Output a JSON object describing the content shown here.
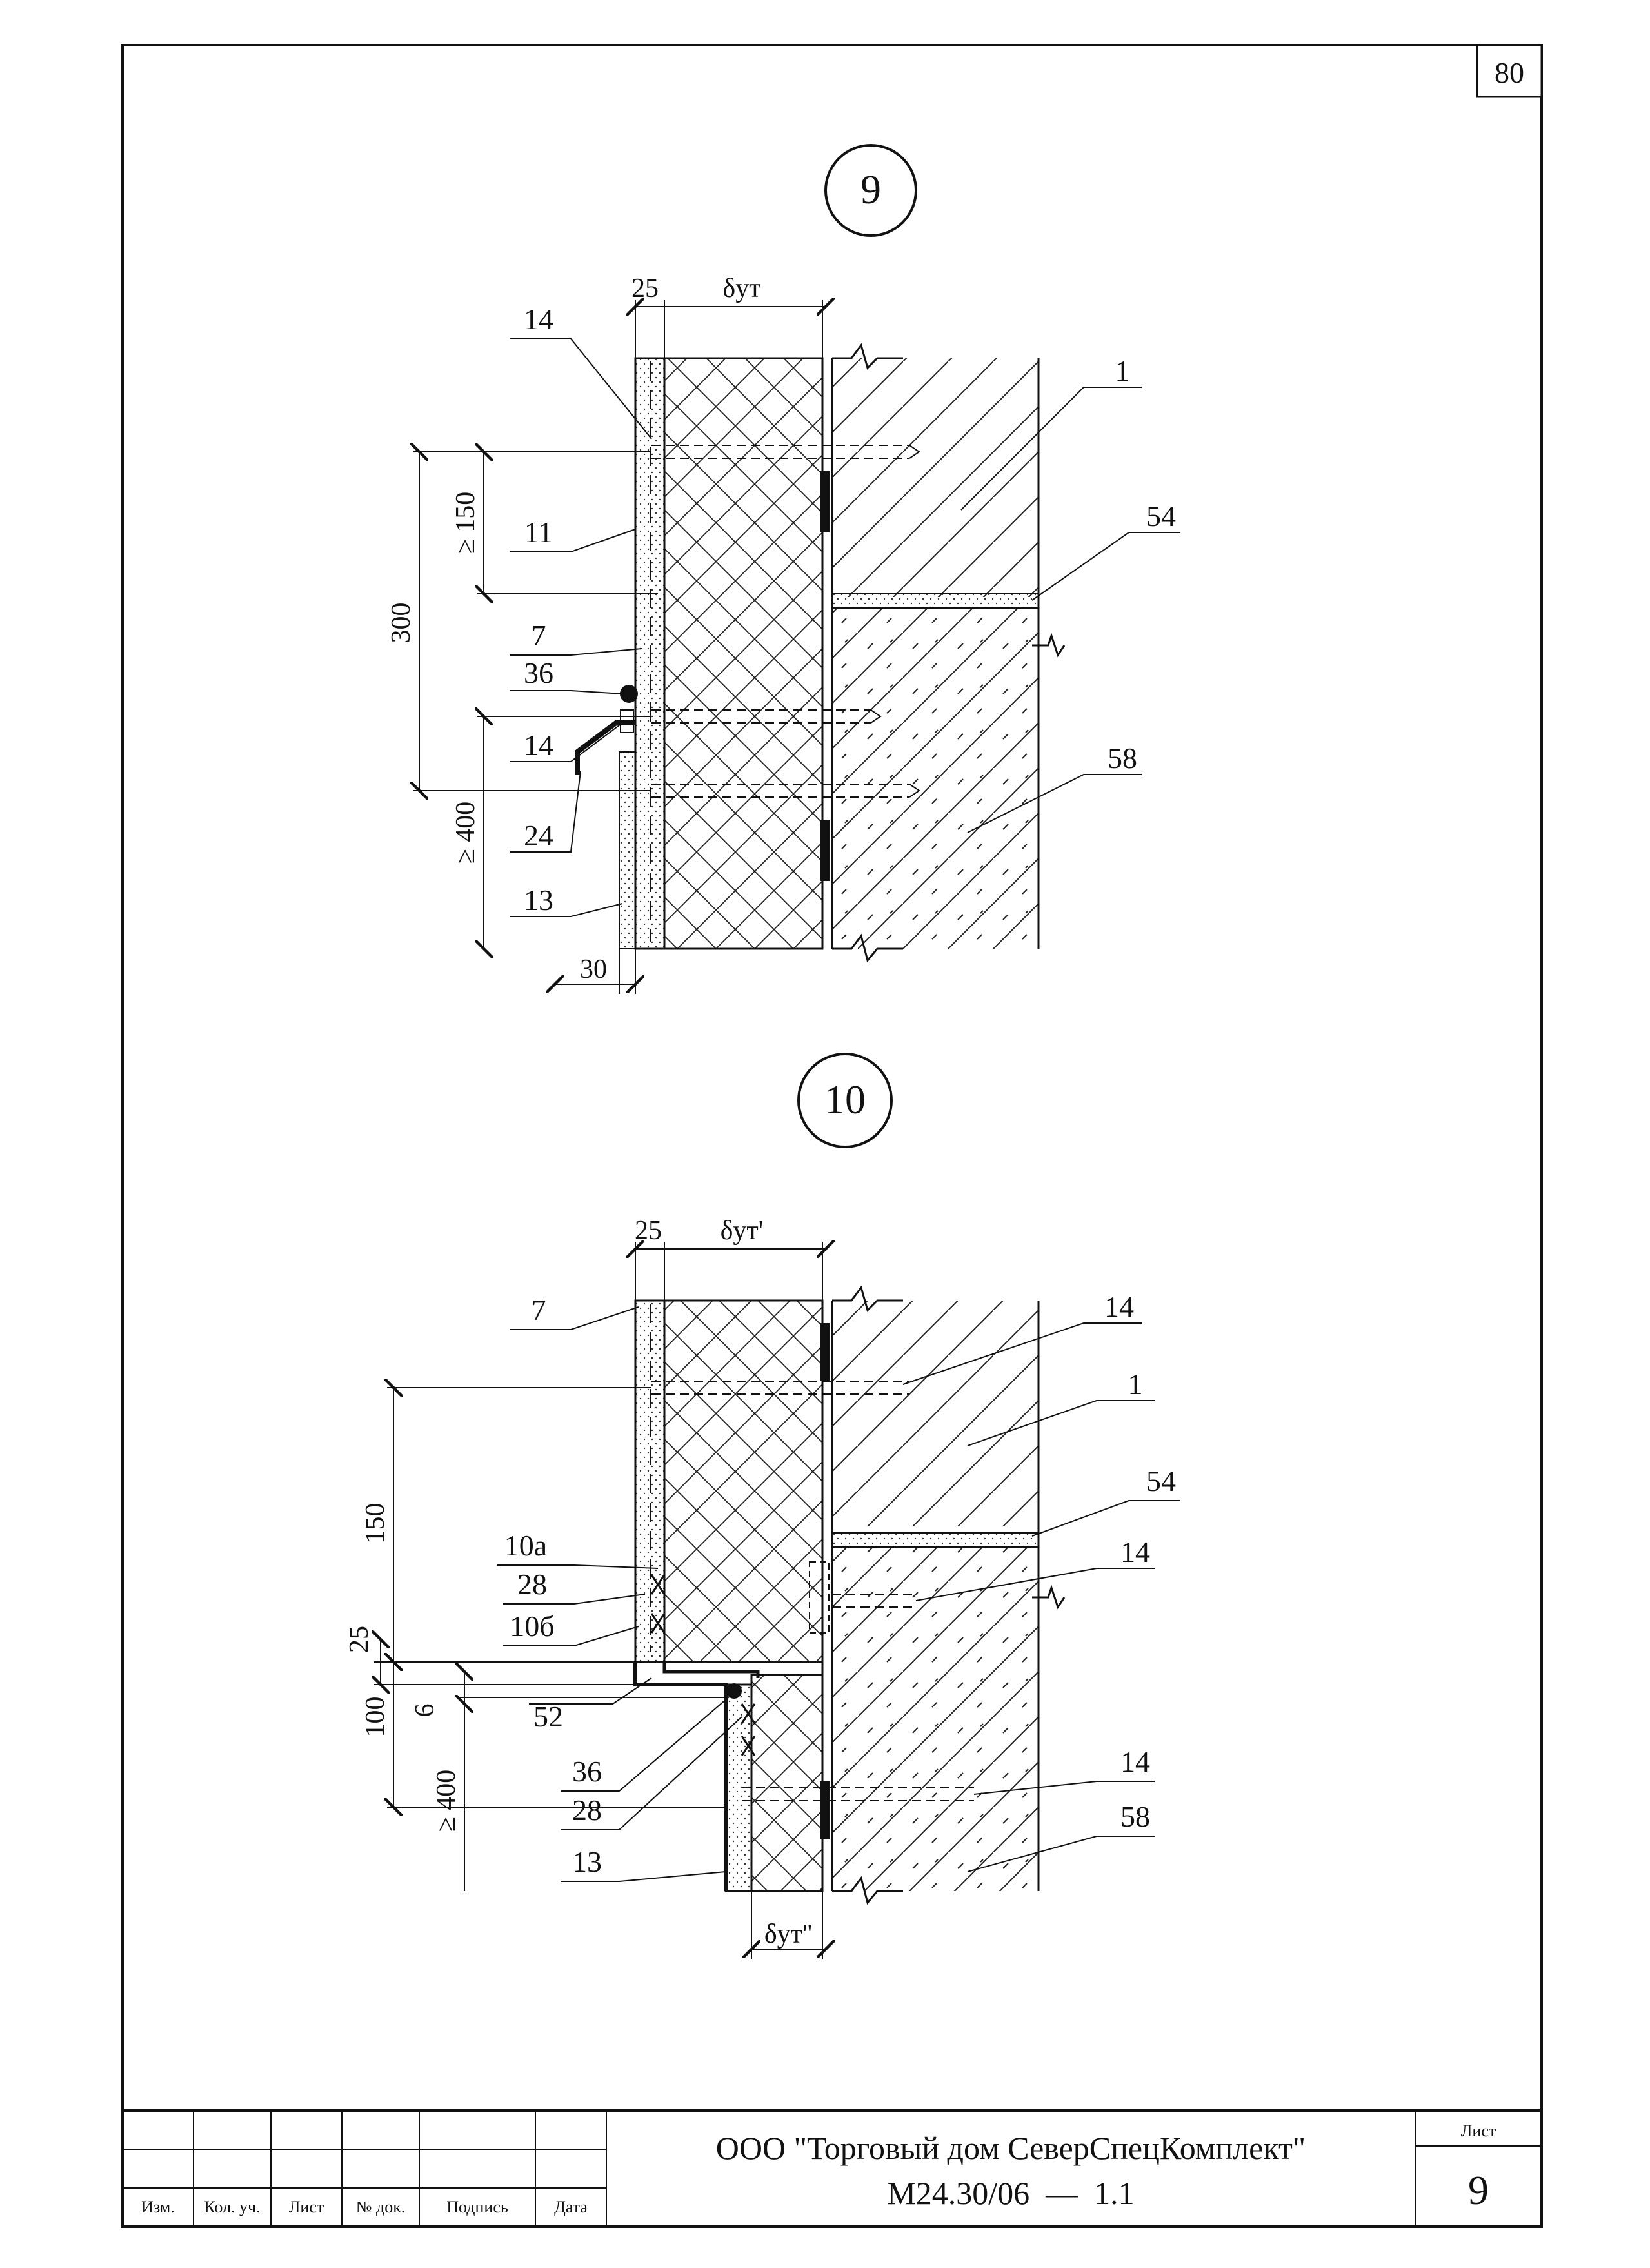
{
  "page_number": "80",
  "detail_9": {
    "number": "9",
    "dims": {
      "plaster": "25",
      "insulation": "δут",
      "lap": "≥ 150",
      "spacing": "300",
      "skirt": "≥ 400",
      "offset": "30"
    },
    "callouts": [
      "14",
      "11",
      "7",
      "36",
      "14",
      "24",
      "13",
      "1",
      "54",
      "58"
    ]
  },
  "detail_10": {
    "number": "10",
    "dims": {
      "plaster": "25",
      "insulation_upper": "δут'",
      "insulation_lower": "δут''",
      "lap": "150",
      "step": "25",
      "drop": "100",
      "gap": "6",
      "skirt": "≥ 400"
    },
    "callouts": [
      "7",
      "10а",
      "28",
      "10б",
      "52",
      "36",
      "28",
      "13",
      "14",
      "1",
      "54",
      "14",
      "14",
      "58"
    ]
  },
  "title_block": {
    "columns": [
      "Изм.",
      "Кол. уч.",
      "Лист",
      "№ док.",
      "Подпись",
      "Дата"
    ],
    "company": "ООО \"Торговый дом СеверСпецКомплект\"",
    "doc_code": "М24.30/06  —  1.1",
    "sheet_label": "Лист",
    "sheet_number": "9"
  }
}
